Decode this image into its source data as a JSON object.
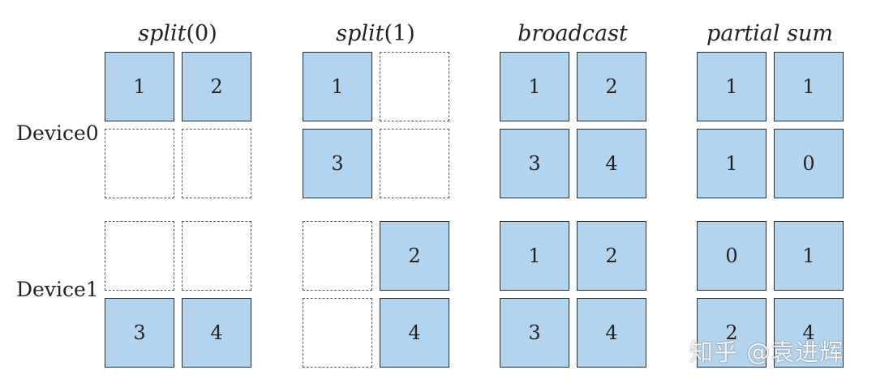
{
  "devices": [
    "Device0",
    "Device1"
  ],
  "columns": [
    {
      "title": "split",
      "arg": "(0)",
      "cells": [
        [
          "1",
          "2",
          null,
          null
        ],
        [
          null,
          null,
          "3",
          "4"
        ]
      ]
    },
    {
      "title": "split",
      "arg": "(1)",
      "cells": [
        [
          "1",
          null,
          "3",
          null
        ],
        [
          null,
          "2",
          null,
          "4"
        ]
      ]
    },
    {
      "title": "broadcast",
      "arg": "",
      "cells": [
        [
          "1",
          "2",
          "3",
          "4"
        ],
        [
          "1",
          "2",
          "3",
          "4"
        ]
      ]
    },
    {
      "title": "partial sum",
      "arg": "",
      "cells": [
        [
          "1",
          "1",
          "1",
          "0"
        ],
        [
          "0",
          "1",
          "2",
          "4"
        ]
      ]
    }
  ],
  "watermark": "知乎 @袁进辉",
  "colors": {
    "filled": "#b3d4ee",
    "border": "#2a2a2a",
    "dashed": "#555555"
  }
}
